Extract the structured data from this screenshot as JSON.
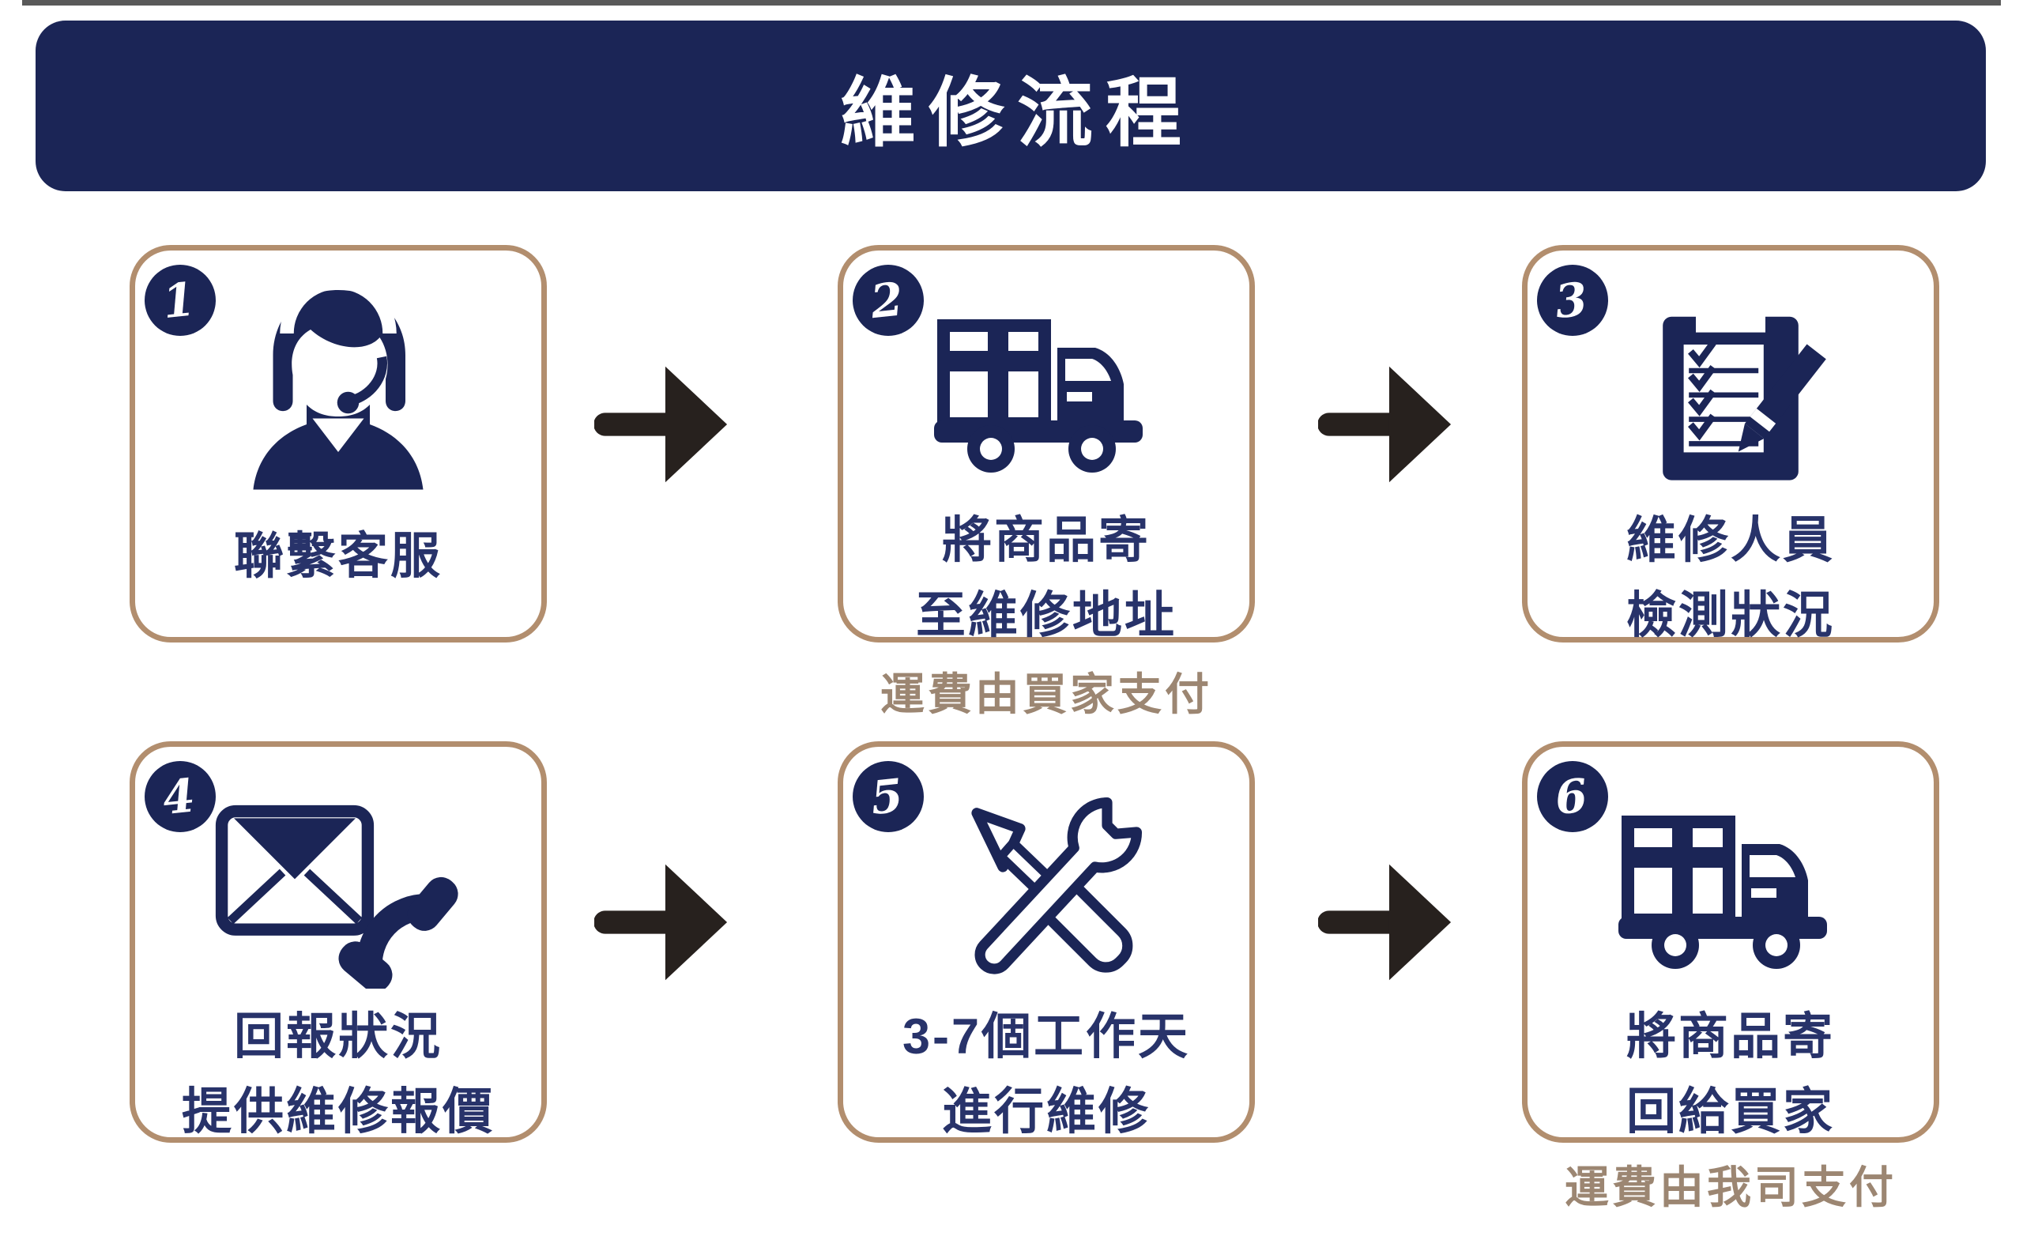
{
  "header": {
    "title": "維修流程"
  },
  "colors": {
    "navy": "#1b2556",
    "label_text": "#28336a",
    "card_border_tan": "#b28e6e",
    "note_text": "#9c8672",
    "arrow": "#27211e",
    "background": "#ffffff"
  },
  "steps": [
    {
      "number": "1",
      "icon": "customer-service-icon",
      "label_lines": [
        "聯繫客服"
      ]
    },
    {
      "number": "2",
      "icon": "delivery-truck-icon",
      "label_lines": [
        "將商品寄",
        "至維修地址"
      ],
      "note": "運費由買家支付"
    },
    {
      "number": "3",
      "icon": "inspection-checklist-icon",
      "label_lines": [
        "維修人員",
        "檢測狀況"
      ]
    },
    {
      "number": "4",
      "icon": "mail-phone-icon",
      "label_lines": [
        "回報狀況",
        "提供維修報價"
      ]
    },
    {
      "number": "5",
      "icon": "repair-tools-icon",
      "label_lines": [
        "3-7個工作天",
        "進行維修"
      ]
    },
    {
      "number": "6",
      "icon": "delivery-truck-icon",
      "label_lines": [
        "將商品寄",
        "回給買家"
      ],
      "note": "運費由我司支付"
    }
  ]
}
